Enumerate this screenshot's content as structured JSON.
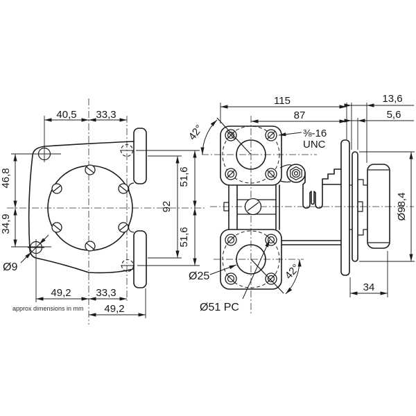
{
  "note": "approx dimensions in mm",
  "front_view": {
    "dim_top_left": "40,5",
    "dim_top_right": "33,3",
    "dim_left_upper": "46,8",
    "dim_left_lower": "34,9",
    "dim_bottom_left": "49,2",
    "dim_bottom_mid": "33,3",
    "dim_bottom_row2": "49,2",
    "dim_right_overall": "92",
    "dim_right_upper": "51,6",
    "dim_right_lower": "51,6",
    "hole_diameter": "Ø9"
  },
  "side_view": {
    "dim_overall_length": "115",
    "dim_flange_to_plate": "87",
    "dim_rear_step_long": "13,6",
    "dim_rear_step_short": "5,6",
    "dim_rear_length": "34",
    "dim_body_diameter": "Ø98,4",
    "angle_top": "42°",
    "angle_bottom": "42°",
    "thread_size": "⅜-16",
    "thread_series": "UNC",
    "port_diameter": "Ø25",
    "bolt_circle": "Ø51 PC"
  }
}
